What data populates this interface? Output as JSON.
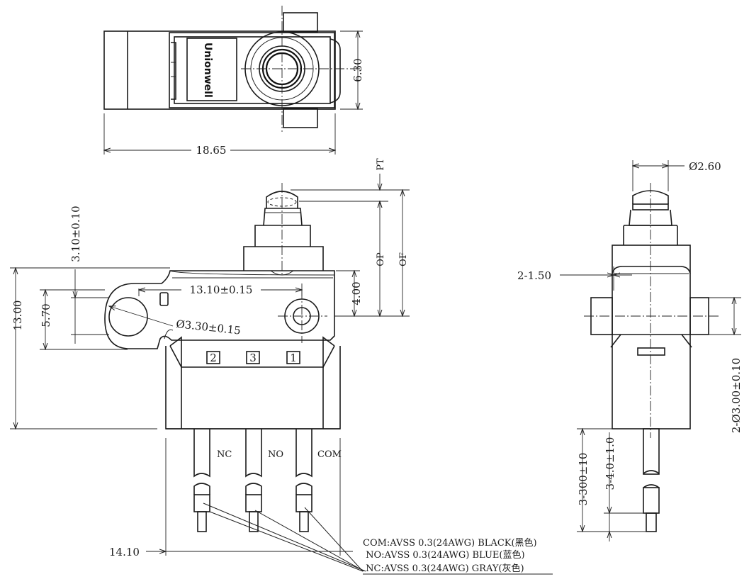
{
  "top_view": {
    "brand": "Unionwell",
    "width_dim": "18.65",
    "height_dim": "6.30"
  },
  "front_view": {
    "dim_pt": "PT",
    "dim_op": "OP",
    "dim_of": "OF",
    "dim_3_10": "3.10±0.10",
    "dim_13_10": "13.10±0.15",
    "dim_13_00": "13.00",
    "dim_5_70": "5.70",
    "dim_4_00": "4.00",
    "dim_hole": "Ø3.30±0.15",
    "dim_14_10": "14.10",
    "terminals": [
      "2",
      "3",
      "1"
    ],
    "wire_labels": [
      "NC",
      "NO",
      "COM"
    ]
  },
  "side_view": {
    "dim_dia": "Ø2.60",
    "dim_2_150": "2-1.50",
    "dim_2_03": "2-Ø3.00±0.10",
    "dim_3_300": "3-300±10",
    "dim_3_4": "3-4.0±1.0"
  },
  "wire_notes": [
    "COM:AVSS 0.3(24AWG) BLACK(黑色)",
    " NO:AVSS 0.3(24AWG) BLUE(蓝色)",
    " NC:AVSS 0.3(24AWG) GRAY(灰色)"
  ]
}
